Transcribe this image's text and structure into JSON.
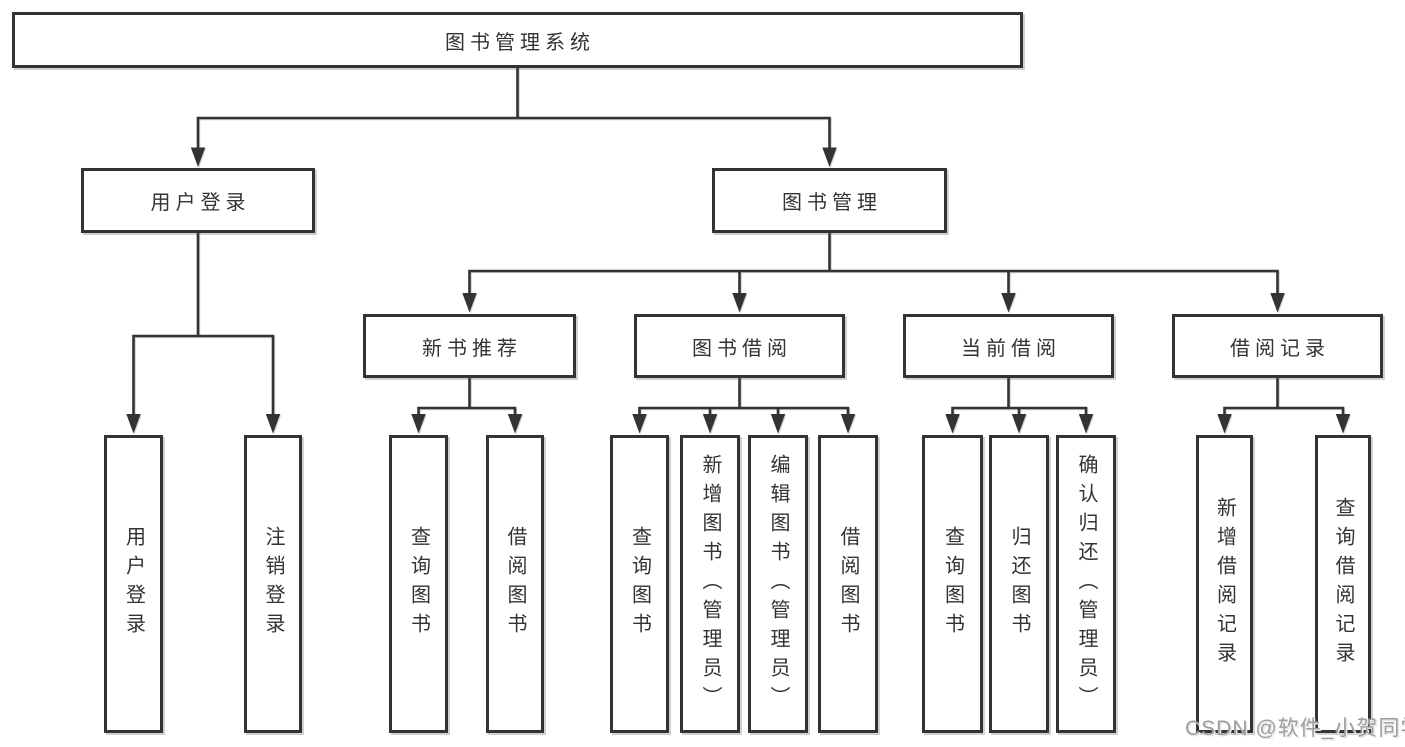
{
  "diagram": {
    "title": "图书管理系统",
    "type": "hierarchy-tree",
    "root": {
      "label": "图书管理系统"
    },
    "level2": {
      "user_login": {
        "label": "用户登录"
      },
      "book_management": {
        "label": "图书管理"
      }
    },
    "login_children": [
      {
        "label": "用户登录"
      },
      {
        "label": "注销登录"
      }
    ],
    "groups": [
      {
        "label": "新书推荐",
        "children": [
          {
            "label": "查询图书"
          },
          {
            "label": "借阅图书"
          }
        ]
      },
      {
        "label": "图书借阅",
        "children": [
          {
            "label": "查询图书"
          },
          {
            "label": "新增图书（管理员）"
          },
          {
            "label": "编辑图书（管理员）"
          },
          {
            "label": "借阅图书"
          }
        ]
      },
      {
        "label": "当前借阅",
        "children": [
          {
            "label": "查询图书"
          },
          {
            "label": "归还图书"
          },
          {
            "label": "确认归还（管理员）"
          }
        ]
      },
      {
        "label": "借阅记录",
        "children": [
          {
            "label": "新增借阅记录"
          },
          {
            "label": "查询借阅记录"
          }
        ]
      }
    ]
  },
  "watermark": {
    "text": "CSDN @软件_小贺同学"
  },
  "colors": {
    "line": "#333333",
    "text": "#333333",
    "box_background": "#ffffff",
    "page_background": "#ffffff",
    "watermark": "#9e9e9e"
  }
}
